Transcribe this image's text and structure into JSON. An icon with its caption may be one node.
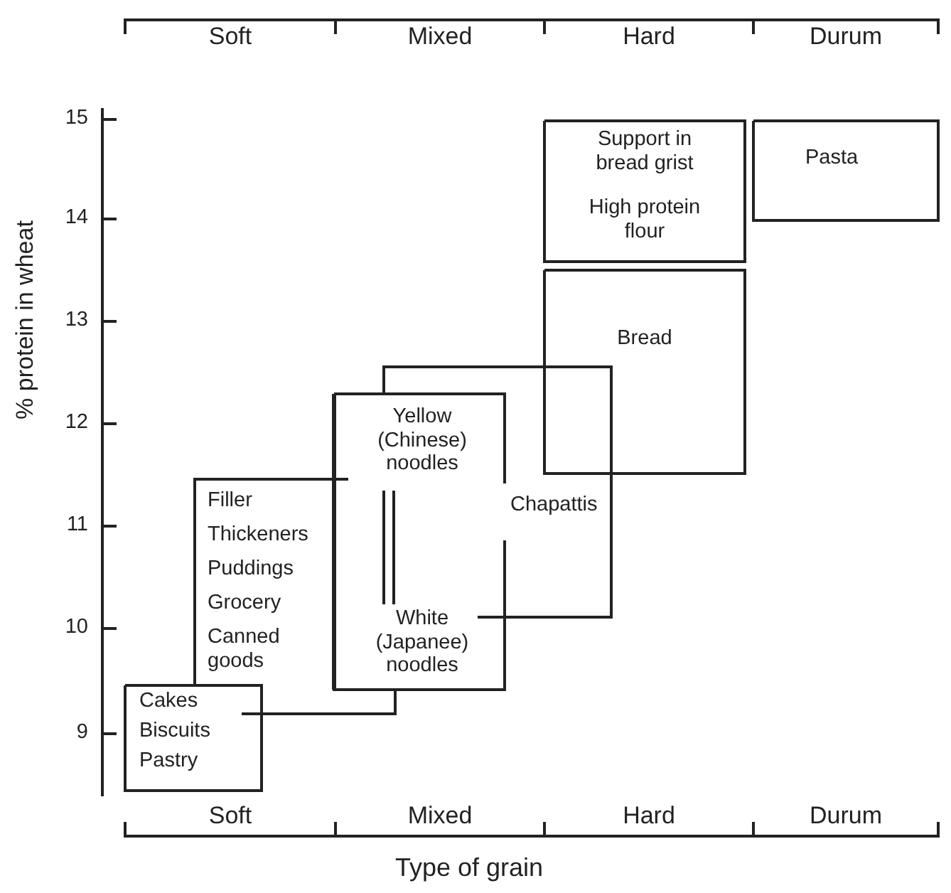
{
  "diagram": {
    "nodes": [
      {
        "text": [
          "Support in bread grist",
          "High protein flour"
        ]
      },
      {
        "text": [
          "Pasta"
        ]
      },
      {
        "text": [
          "Bread"
        ]
      },
      {
        "text": [
          "Yellow (Chinese) noodles",
          "White (Japanee) noodles"
        ]
      },
      {
        "text": [
          "Chapattis"
        ]
      },
      {
        "text": [
          "Filler",
          "Thickeners",
          "Puddings",
          "Grocery",
          "Canned goods"
        ]
      },
      {
        "text": [
          "Cakes",
          "Biscuits",
          "Pastry"
        ]
      }
    ],
    "labels": [
      "Soft",
      "Mixed",
      "Hard",
      "Durum",
      "% protein in wheat",
      "15",
      "14",
      "13",
      "12",
      "11",
      "10",
      "9",
      "Soft",
      "Mixed",
      "Hard",
      "Durum",
      "Type of grain"
    ]
  }
}
